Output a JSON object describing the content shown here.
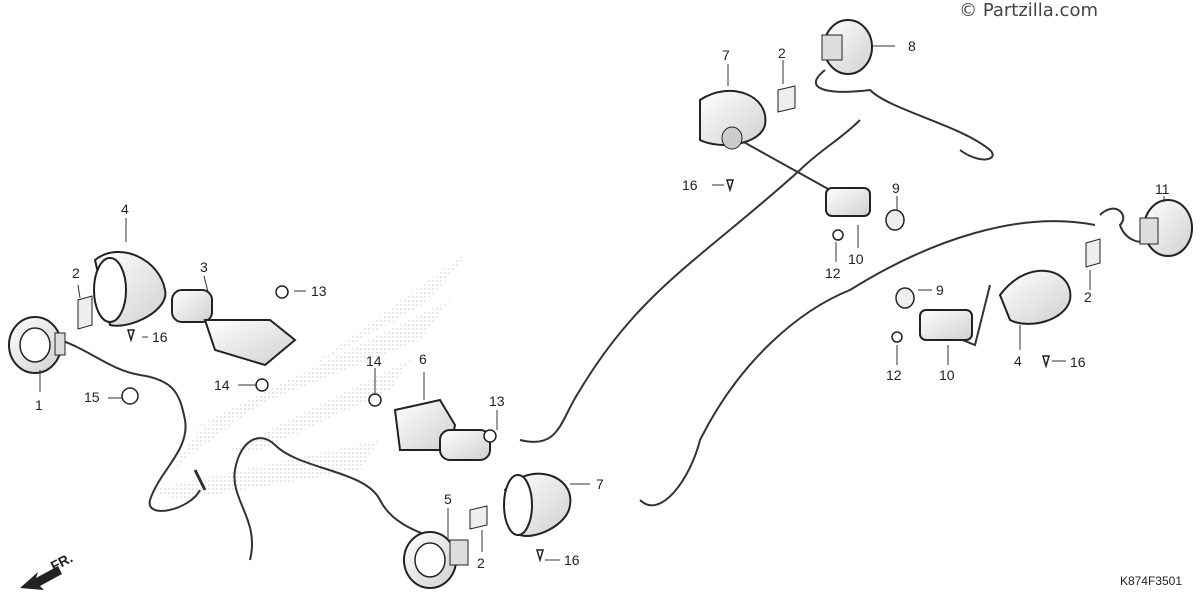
{
  "watermark": "© Partzilla.com",
  "diagram_code": "K874F3501",
  "front_label": "FR.",
  "callouts": {
    "c1": "1",
    "c2a": "2",
    "c2b": "2",
    "c2c": "2",
    "c2d": "2",
    "c3": "3",
    "c4a": "4",
    "c4b": "4",
    "c5": "5",
    "c6": "6",
    "c7a": "7",
    "c7b": "7",
    "c8": "8",
    "c9a": "9",
    "c9b": "9",
    "c10a": "10",
    "c10b": "10",
    "c11": "11",
    "c12a": "12",
    "c12b": "12",
    "c13a": "13",
    "c13b": "13",
    "c14a": "14",
    "c14b": "14",
    "c15": "15",
    "c16a": "16",
    "c16b": "16",
    "c16c": "16",
    "c16d": "16"
  }
}
